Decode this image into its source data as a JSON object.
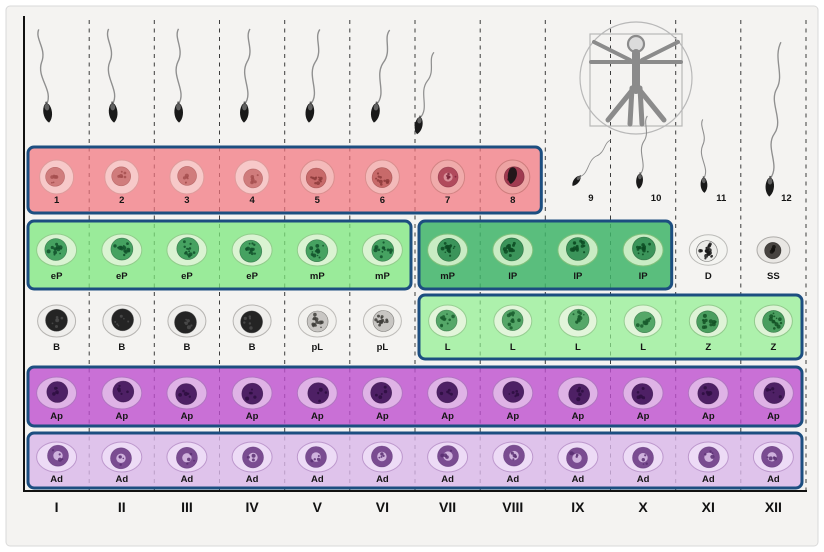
{
  "figure": {
    "bg": "#f4f3f1",
    "border_color": "#d9d9d9",
    "axis_color": "#111111",
    "dash_color": "#3c3c3c",
    "box_border": "#1c4e80",
    "label_color": "#151515",
    "columns": [
      "I",
      "II",
      "III",
      "IV",
      "V",
      "VI",
      "VII",
      "VIII",
      "IX",
      "X",
      "XI",
      "XII"
    ],
    "boxes": [
      {
        "name": "round-spermatids-box",
        "row": "spermatids",
        "col_start": 1,
        "col_end": 8,
        "fill": "#f2747e",
        "opacity": 0.72
      },
      {
        "name": "early-mid-pachytene-box",
        "row": "spermatocytes",
        "col_start": 1,
        "col_end": 6,
        "fill": "#7ce87c",
        "opacity": 0.75
      },
      {
        "name": "mid-late-pachytene-box",
        "row": "spermatocytes",
        "col_start": 7,
        "col_end": 10,
        "fill": "#3eb468",
        "opacity": 0.85
      },
      {
        "name": "leptotene-zygotene-box",
        "row": "meiosis_entry",
        "col_start": 7,
        "col_end": 12,
        "fill": "#8ff08f",
        "opacity": 0.7
      },
      {
        "name": "a-pale-box",
        "row": "a_pale",
        "col_start": 1,
        "col_end": 12,
        "fill": "#be4fd0",
        "opacity": 0.8
      },
      {
        "name": "a-dark-box",
        "row": "a_dark",
        "col_start": 1,
        "col_end": 12,
        "fill": "#d9b6ea",
        "opacity": 0.8
      }
    ],
    "cell_rows": [
      {
        "row": "spermatids",
        "cells": [
          {
            "col": 1,
            "label": "1",
            "type": "rs_a"
          },
          {
            "col": 2,
            "label": "2",
            "type": "rs_a"
          },
          {
            "col": 3,
            "label": "3",
            "type": "rs_a"
          },
          {
            "col": 4,
            "label": "4",
            "type": "rs_a"
          },
          {
            "col": 5,
            "label": "5",
            "type": "rs_b"
          },
          {
            "col": 6,
            "label": "6",
            "type": "rs_b"
          },
          {
            "col": 7,
            "label": "7",
            "type": "rs_c"
          },
          {
            "col": 8,
            "label": "8",
            "type": "rs_d"
          }
        ]
      },
      {
        "row": "spermatocytes",
        "cells": [
          {
            "col": 1,
            "label": "eP",
            "type": "pachytene"
          },
          {
            "col": 2,
            "label": "eP",
            "type": "pachytene"
          },
          {
            "col": 3,
            "label": "eP",
            "type": "pachytene"
          },
          {
            "col": 4,
            "label": "eP",
            "type": "pachytene"
          },
          {
            "col": 5,
            "label": "mP",
            "type": "pachytene"
          },
          {
            "col": 6,
            "label": "mP",
            "type": "pachytene"
          },
          {
            "col": 7,
            "label": "mP",
            "type": "pachytene_dark"
          },
          {
            "col": 8,
            "label": "lP",
            "type": "pachytene_dark"
          },
          {
            "col": 9,
            "label": "lP",
            "type": "pachytene_dark"
          },
          {
            "col": 10,
            "label": "lP",
            "type": "pachytene_dark"
          },
          {
            "col": 11,
            "label": "D",
            "type": "diplotene",
            "s": 0.95
          },
          {
            "col": 12,
            "label": "SS",
            "type": "secondary",
            "s": 0.82
          }
        ]
      },
      {
        "row": "meiosis_entry",
        "cells": [
          {
            "col": 1,
            "label": "B",
            "type": "b_gonia"
          },
          {
            "col": 2,
            "label": "B",
            "type": "b_gonia"
          },
          {
            "col": 3,
            "label": "B",
            "type": "b_gonia"
          },
          {
            "col": 4,
            "label": "B",
            "type": "b_gonia"
          },
          {
            "col": 5,
            "label": "pL",
            "type": "prelepto"
          },
          {
            "col": 6,
            "label": "pL",
            "type": "prelepto"
          },
          {
            "col": 7,
            "label": "L",
            "type": "lepto"
          },
          {
            "col": 8,
            "label": "L",
            "type": "lepto"
          },
          {
            "col": 9,
            "label": "L",
            "type": "lepto"
          },
          {
            "col": 10,
            "label": "L",
            "type": "lepto"
          },
          {
            "col": 11,
            "label": "Z",
            "type": "zygo"
          },
          {
            "col": 12,
            "label": "Z",
            "type": "zygo"
          }
        ]
      },
      {
        "row": "a_pale",
        "cells": [
          {
            "col": 1,
            "label": "Ap",
            "type": "a_pale"
          },
          {
            "col": 2,
            "label": "Ap",
            "type": "a_pale"
          },
          {
            "col": 3,
            "label": "Ap",
            "type": "a_pale"
          },
          {
            "col": 4,
            "label": "Ap",
            "type": "a_pale"
          },
          {
            "col": 5,
            "label": "Ap",
            "type": "a_pale"
          },
          {
            "col": 6,
            "label": "Ap",
            "type": "a_pale"
          },
          {
            "col": 7,
            "label": "Ap",
            "type": "a_pale"
          },
          {
            "col": 8,
            "label": "Ap",
            "type": "a_pale"
          },
          {
            "col": 9,
            "label": "Ap",
            "type": "a_pale"
          },
          {
            "col": 10,
            "label": "Ap",
            "type": "a_pale"
          },
          {
            "col": 11,
            "label": "Ap",
            "type": "a_pale"
          },
          {
            "col": 12,
            "label": "Ap",
            "type": "a_pale"
          }
        ]
      },
      {
        "row": "a_dark",
        "cells": [
          {
            "col": 1,
            "label": "Ad",
            "type": "a_dark"
          },
          {
            "col": 2,
            "label": "Ad",
            "type": "a_dark"
          },
          {
            "col": 3,
            "label": "Ad",
            "type": "a_dark"
          },
          {
            "col": 4,
            "label": "Ad",
            "type": "a_dark"
          },
          {
            "col": 5,
            "label": "Ad",
            "type": "a_dark"
          },
          {
            "col": 6,
            "label": "Ad",
            "type": "a_dark"
          },
          {
            "col": 7,
            "label": "Ad",
            "type": "a_dark"
          },
          {
            "col": 8,
            "label": "Ad",
            "type": "a_dark"
          },
          {
            "col": 9,
            "label": "Ad",
            "type": "a_dark"
          },
          {
            "col": 10,
            "label": "Ad",
            "type": "a_dark"
          },
          {
            "col": 11,
            "label": "Ad",
            "type": "a_dark"
          },
          {
            "col": 12,
            "label": "Ad",
            "type": "a_dark"
          }
        ]
      }
    ],
    "sperm_top": [
      {
        "col": 1
      },
      {
        "col": 2
      },
      {
        "col": 3
      },
      {
        "col": 4
      },
      {
        "col": 5
      },
      {
        "col": 6
      },
      {
        "col": 7,
        "small": true
      }
    ],
    "elongating": [
      {
        "col": 9,
        "label": "9"
      },
      {
        "col": 10,
        "label": "10"
      },
      {
        "col": 11,
        "label": "11"
      },
      {
        "col": 12,
        "label": "12"
      }
    ],
    "cell_styles": {
      "rs_a": {
        "outer": "#f7c9c9",
        "ring": "#df9c9c",
        "nucleus": "#d07c7c",
        "speck": "#a44f4f",
        "nr": 9.5,
        "dots": 7
      },
      "rs_b": {
        "outer": "#f4baba",
        "ring": "#da8f8f",
        "nucleus": "#c86a6a",
        "speck": "#8c3a3a",
        "nr": 10,
        "dots": 10
      },
      "rs_c": {
        "outer": "#f0abab",
        "ring": "#d28484",
        "nucleus": "#b14a5c",
        "speck": "#7a2338",
        "nr": 10,
        "dots": 6,
        "hole": "#d98f99"
      },
      "rs_d": {
        "outer": "#eda3a3",
        "ring": "#cd7d7d",
        "nucleus": "#a03a50",
        "speck": "#5e1626",
        "nr": 10,
        "dots": 5,
        "head": true
      },
      "pachytene": {
        "outer": "#daf3d2",
        "ring": "#92cd8c",
        "nucleus": "#46a261",
        "speck": "#11502a",
        "nr": 11,
        "dots": 13
      },
      "pachytene_dark": {
        "outer": "#c9ecc4",
        "ring": "#7fc07b",
        "nucleus": "#3b945a",
        "speck": "#0c4a22",
        "nr": 11.5,
        "dots": 15
      },
      "diplotene": {
        "outer": "#f4f4f1",
        "ring": "#bcbcb9",
        "nucleus": "#ecece9",
        "speck": "#191919",
        "nr": 11,
        "dots": 18
      },
      "secondary": {
        "outer": "#e9e7e4",
        "ring": "#aeaca9",
        "nucleus": "#474340",
        "speck": "#14120f",
        "nr": 10,
        "dots": 8
      },
      "b_gonia": {
        "outer": "#efeeec",
        "ring": "#b7b5b2",
        "nucleus": "#242424",
        "speck": "#4c4c4c",
        "nr": 11,
        "dots": 6
      },
      "prelepto": {
        "outer": "#f2f1ee",
        "ring": "#bfbdba",
        "nucleus": "#c8c6c3",
        "speck": "#403e3b",
        "nr": 10.5,
        "dots": 15
      },
      "lepto": {
        "outer": "#e2f5da",
        "ring": "#97cf92",
        "nucleus": "#55a768",
        "speck": "#195c2d",
        "nr": 10.5,
        "dots": 12
      },
      "zygo": {
        "outer": "#def3d6",
        "ring": "#92cb8d",
        "nucleus": "#4a9e5f",
        "speck": "#135125",
        "nr": 11,
        "dots": 13
      },
      "a_pale": {
        "outer": "#dfb3e6",
        "ring": "#b276c2",
        "nucleus": "#4e2065",
        "speck": "#2d0e3f",
        "nr": 10.5,
        "dots": 5
      },
      "a_dark": {
        "outer": "#eddbf6",
        "ring": "#bd98cd",
        "nucleus": "#7a4c91",
        "speck": "#582e71",
        "nr": 10.5,
        "dots": 4,
        "hole": "#cfb2dd"
      }
    }
  }
}
